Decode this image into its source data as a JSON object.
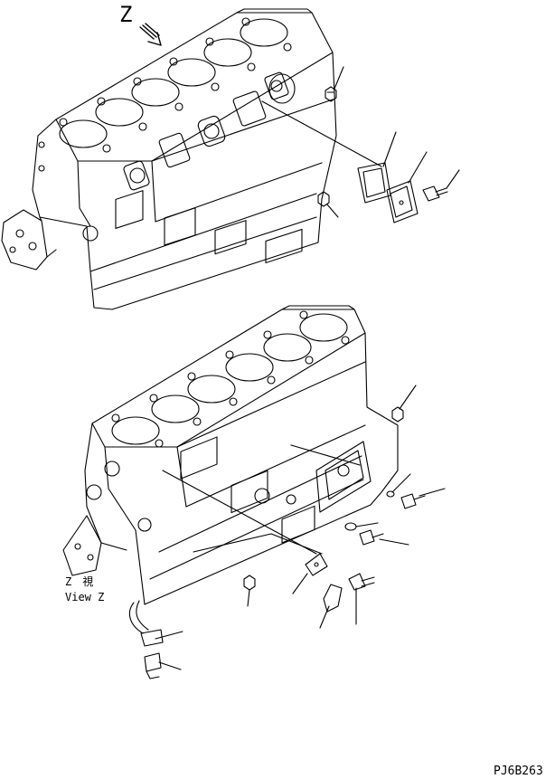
{
  "labels": {
    "view_letter": "Z",
    "view_z_jp": "Z　視",
    "view_z_en": "View Z",
    "drawing_code": "PJ6B263"
  }
}
